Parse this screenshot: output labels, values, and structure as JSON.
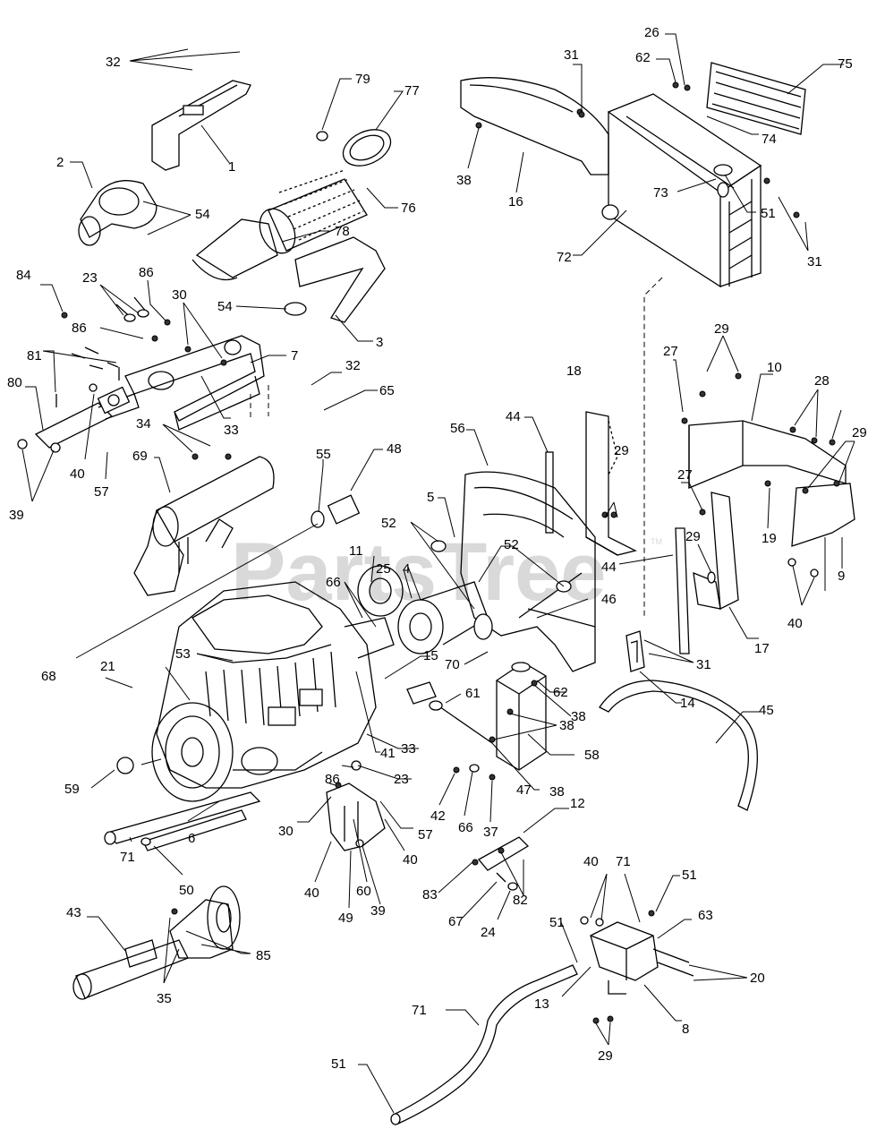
{
  "watermark": {
    "text": "PartsTree",
    "tm": "TM"
  },
  "labels": [
    {
      "id": "l1",
      "text": "1"
    },
    {
      "id": "l2",
      "text": "2"
    },
    {
      "id": "l3",
      "text": "3"
    },
    {
      "id": "l4",
      "text": "4"
    },
    {
      "id": "l5",
      "text": "5"
    },
    {
      "id": "l6",
      "text": "6"
    },
    {
      "id": "l7",
      "text": "7"
    },
    {
      "id": "l8",
      "text": "8"
    },
    {
      "id": "l9",
      "text": "9"
    },
    {
      "id": "l10",
      "text": "10"
    },
    {
      "id": "l11",
      "text": "11"
    },
    {
      "id": "l12",
      "text": "12"
    },
    {
      "id": "l13",
      "text": "13"
    },
    {
      "id": "l14",
      "text": "14"
    },
    {
      "id": "l15",
      "text": "15"
    },
    {
      "id": "l16",
      "text": "16"
    },
    {
      "id": "l17",
      "text": "17"
    },
    {
      "id": "l18",
      "text": "18"
    },
    {
      "id": "l19",
      "text": "19"
    },
    {
      "id": "l20",
      "text": "20"
    },
    {
      "id": "l21",
      "text": "21"
    },
    {
      "id": "l23a",
      "text": "23"
    },
    {
      "id": "l23b",
      "text": "23"
    },
    {
      "id": "l24",
      "text": "24"
    },
    {
      "id": "l25",
      "text": "25"
    },
    {
      "id": "l26",
      "text": "26"
    },
    {
      "id": "l27a",
      "text": "27"
    },
    {
      "id": "l27b",
      "text": "27"
    },
    {
      "id": "l28",
      "text": "28"
    },
    {
      "id": "l29a",
      "text": "29"
    },
    {
      "id": "l29b",
      "text": "29"
    },
    {
      "id": "l29c",
      "text": "29"
    },
    {
      "id": "l29d",
      "text": "29"
    },
    {
      "id": "l29e",
      "text": "29"
    },
    {
      "id": "l30a",
      "text": "30"
    },
    {
      "id": "l30b",
      "text": "30"
    },
    {
      "id": "l31a",
      "text": "31"
    },
    {
      "id": "l31b",
      "text": "31"
    },
    {
      "id": "l31c",
      "text": "31"
    },
    {
      "id": "l32a",
      "text": "32"
    },
    {
      "id": "l32b",
      "text": "32"
    },
    {
      "id": "l33a",
      "text": "33"
    },
    {
      "id": "l33b",
      "text": "33"
    },
    {
      "id": "l34",
      "text": "34"
    },
    {
      "id": "l35",
      "text": "35"
    },
    {
      "id": "l37",
      "text": "37"
    },
    {
      "id": "l38a",
      "text": "38"
    },
    {
      "id": "l38b",
      "text": "38"
    },
    {
      "id": "l38c",
      "text": "38"
    },
    {
      "id": "l38d",
      "text": "38"
    },
    {
      "id": "l39a",
      "text": "39"
    },
    {
      "id": "l39b",
      "text": "39"
    },
    {
      "id": "l40a",
      "text": "40"
    },
    {
      "id": "l40b",
      "text": "40"
    },
    {
      "id": "l40c",
      "text": "40"
    },
    {
      "id": "l40d",
      "text": "40"
    },
    {
      "id": "l40e",
      "text": "40"
    },
    {
      "id": "l41",
      "text": "41"
    },
    {
      "id": "l42",
      "text": "42"
    },
    {
      "id": "l43",
      "text": "43"
    },
    {
      "id": "l44a",
      "text": "44"
    },
    {
      "id": "l44b",
      "text": "44"
    },
    {
      "id": "l45",
      "text": "45"
    },
    {
      "id": "l46",
      "text": "46"
    },
    {
      "id": "l47",
      "text": "47"
    },
    {
      "id": "l48",
      "text": "48"
    },
    {
      "id": "l49",
      "text": "49"
    },
    {
      "id": "l50",
      "text": "50"
    },
    {
      "id": "l51a",
      "text": "51"
    },
    {
      "id": "l51b",
      "text": "51"
    },
    {
      "id": "l51c",
      "text": "51"
    },
    {
      "id": "l51d",
      "text": "51"
    },
    {
      "id": "l52a",
      "text": "52"
    },
    {
      "id": "l52b",
      "text": "52"
    },
    {
      "id": "l53",
      "text": "53"
    },
    {
      "id": "l54a",
      "text": "54"
    },
    {
      "id": "l54b",
      "text": "54"
    },
    {
      "id": "l55",
      "text": "55"
    },
    {
      "id": "l56",
      "text": "56"
    },
    {
      "id": "l57a",
      "text": "57"
    },
    {
      "id": "l57b",
      "text": "57"
    },
    {
      "id": "l58",
      "text": "58"
    },
    {
      "id": "l59",
      "text": "59"
    },
    {
      "id": "l60",
      "text": "60"
    },
    {
      "id": "l61",
      "text": "61"
    },
    {
      "id": "l62a",
      "text": "62"
    },
    {
      "id": "l62b",
      "text": "62"
    },
    {
      "id": "l63",
      "text": "63"
    },
    {
      "id": "l65",
      "text": "65"
    },
    {
      "id": "l66a",
      "text": "66"
    },
    {
      "id": "l66b",
      "text": "66"
    },
    {
      "id": "l67",
      "text": "67"
    },
    {
      "id": "l68",
      "text": "68"
    },
    {
      "id": "l69",
      "text": "69"
    },
    {
      "id": "l70",
      "text": "70"
    },
    {
      "id": "l71a",
      "text": "71"
    },
    {
      "id": "l71b",
      "text": "71"
    },
    {
      "id": "l71c",
      "text": "71"
    },
    {
      "id": "l72",
      "text": "72"
    },
    {
      "id": "l73",
      "text": "73"
    },
    {
      "id": "l74",
      "text": "74"
    },
    {
      "id": "l75",
      "text": "75"
    },
    {
      "id": "l76",
      "text": "76"
    },
    {
      "id": "l77",
      "text": "77"
    },
    {
      "id": "l78",
      "text": "78"
    },
    {
      "id": "l79",
      "text": "79"
    },
    {
      "id": "l80",
      "text": "80"
    },
    {
      "id": "l81",
      "text": "81"
    },
    {
      "id": "l82",
      "text": "82"
    },
    {
      "id": "l83",
      "text": "83"
    },
    {
      "id": "l84",
      "text": "84"
    },
    {
      "id": "l85",
      "text": "85"
    },
    {
      "id": "l86a",
      "text": "86"
    },
    {
      "id": "l86b",
      "text": "86"
    },
    {
      "id": "l86c",
      "text": "86"
    }
  ]
}
